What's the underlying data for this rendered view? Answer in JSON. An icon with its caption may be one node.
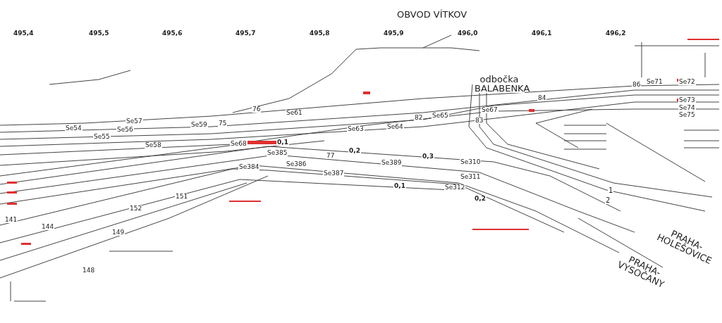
{
  "diagram": {
    "title": "OBVOD VÍTKOV",
    "labels": [
      "495,4",
      "495,5",
      "495,6",
      "495,7",
      "495,8",
      "495,9",
      "496,0",
      "496,1",
      "496,2",
      "odbočka BALABENKA",
      "PRAHA-HOLEŠOVICE",
      "PRAHA-VYSOČANY",
      "Se71",
      "Se72",
      "Se73",
      "Se74",
      "Se75",
      "Se57",
      "Se56",
      "Se55",
      "Se54",
      "Se58",
      "Se59",
      "Se61",
      "Se63",
      "Se64",
      "Se65",
      "Se67",
      "Se68",
      "Se310",
      "Se311",
      "Se312",
      "Se389",
      "Se384",
      "Se386",
      "Se387",
      "Se385",
      "0,1",
      "0,2",
      "0,3",
      "0,1",
      "0,2",
      "1",
      "2",
      "76",
      "75",
      "77",
      "82",
      "83",
      "84",
      "86",
      "151",
      "152",
      "141",
      "144",
      "148",
      "149"
    ]
  }
}
